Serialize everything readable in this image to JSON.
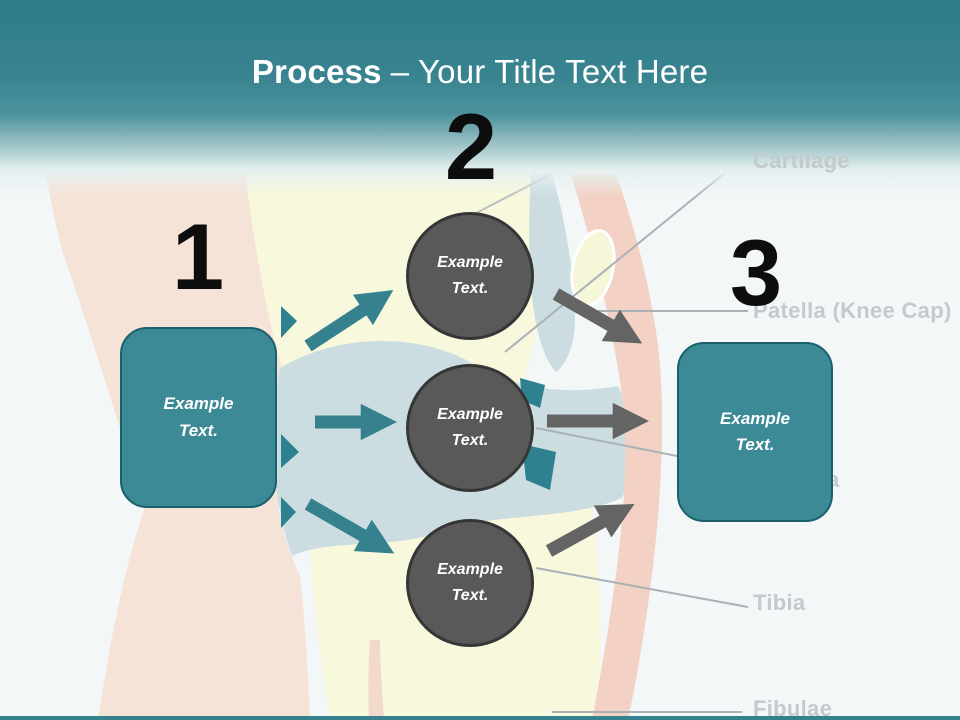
{
  "title": {
    "bold_part": "Process",
    "regular_part": "– Your Title Text Here"
  },
  "numbers": [
    "1",
    "2",
    "3"
  ],
  "start_box": {
    "label": "Example Text."
  },
  "end_box": {
    "label": "Example Text."
  },
  "process_circles": [
    {
      "label": "Example Text."
    },
    {
      "label": "Example Text."
    },
    {
      "label": "Example Text."
    }
  ],
  "anatomy_labels": {
    "cartilage": "Cartilage",
    "patella": "Patella (Knee Cap)",
    "hidden_label_visible_part": "a",
    "tibia": "Tibia",
    "fibulae": "Fibulae"
  },
  "colors": {
    "header_teal": "#38838f",
    "box_teal": "#3c8a96",
    "box_border": "#1a616d",
    "circle_gray": "#595959",
    "teal_arrow": "#35818e",
    "gray_arrow": "#646464",
    "label_gray": "#c4c9cc",
    "number_black": "#0d0d0d",
    "bone_yellow": "#f8f8dc",
    "skin_peach": "#f6e3d7",
    "ligament_salmon": "#f3d2c5",
    "cartilage_blue": "#ccdde2",
    "background": "#f3f7f8"
  }
}
